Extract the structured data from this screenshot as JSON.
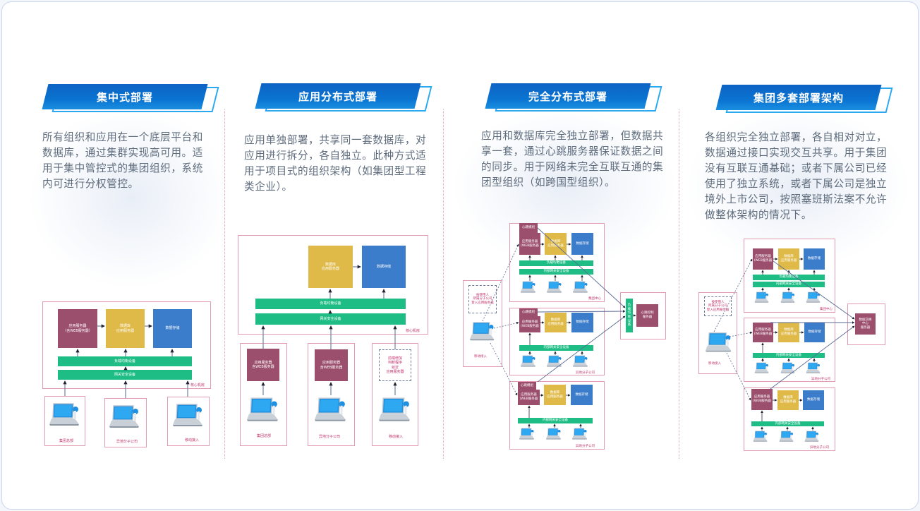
{
  "columns": [
    {
      "title": "集中式部署",
      "desc": "所有组织和应用在一个底层平台和数据库，通过集群实现高可用。适用于集中管控式的集团组织，系统内可进行分权管控。"
    },
    {
      "title": "应用分布式部署",
      "desc": "应用单独部署，共享同一套数据库，对应用进行拆分，各自独立。此种方式适用于项目式的组织架构（如集团型工程类企业）。"
    },
    {
      "title": "完全分布式部署",
      "desc": "应用和数据库完全独立部署，但数据共享一套，通过心跳服务器保证数据之间的同步。用于网络未完全互联互通的集团型组织（如跨国型组织）。"
    },
    {
      "title": "集团多套部署架构",
      "desc": "各组织完全独立部署，各自相对对立，数据通过接口实现交互共享。用于集团没有互联互通基础；或者下属公司已经使用了独立系统，或者下属公司是独立境外上市公司，按照塞班斯法案不允许做整体架构的情况下。"
    }
  ],
  "d1": {
    "app": "应用服务器\n（含WEB服务器）",
    "db": "数据库\n应用服务器",
    "st": "数据存储",
    "lb": "负载均衡设备",
    "gw": "网关安全设备",
    "room": "核心机房",
    "clients": [
      "集团总部",
      "异地分子公司",
      "移动接入"
    ]
  },
  "d2": {
    "db": "数据库\n应用服务器",
    "st": "数据存储",
    "lb": "负载均衡设备",
    "gw": "网关安全设备",
    "room": "核心机房",
    "app": "应用服务器\n含WEB服务器",
    "front": "前端增加\n判断程序\n就近\n应用服务器",
    "clients": [
      "集团总部",
      "异地分子公司",
      "移动接入"
    ]
  },
  "d3": {
    "hb": "心跳模组",
    "app": "应用服务器\n(WEB服务器",
    "db": "数据库\n应用服务器",
    "st": "数据存储",
    "lb": "负载均衡设备",
    "gw": "内部网关安全设备",
    "hq": "集团中心",
    "sub": "异地分子公司",
    "login": "按使用人\n所属分子公司\n登入应用服务器",
    "mobile": "移动接入",
    "lbv": "负\n载\n均\n衡\n设\n备",
    "hbc": "心跳控制\n服务器"
  },
  "d4": {
    "app": "应用服务器\n(WEB服务器",
    "db": "数据库\n应用服务器",
    "st": "数据存储",
    "lb": "负载均衡设备",
    "gw": "内部网关安全设备",
    "hq": "集团中心",
    "sub": "异地分子公司",
    "login": "按使用人\n所属分子公司\n登入应用服务器",
    "mobile": "移动接入",
    "exch": "数据交换\n中心\n服务器"
  },
  "colors": {
    "banner": "#0a6ccc",
    "app": "#9c4f6c",
    "db": "#e0ba48",
    "storage": "#3b7ccb",
    "network": "#1ebd86",
    "frame": "#e29bb1"
  }
}
